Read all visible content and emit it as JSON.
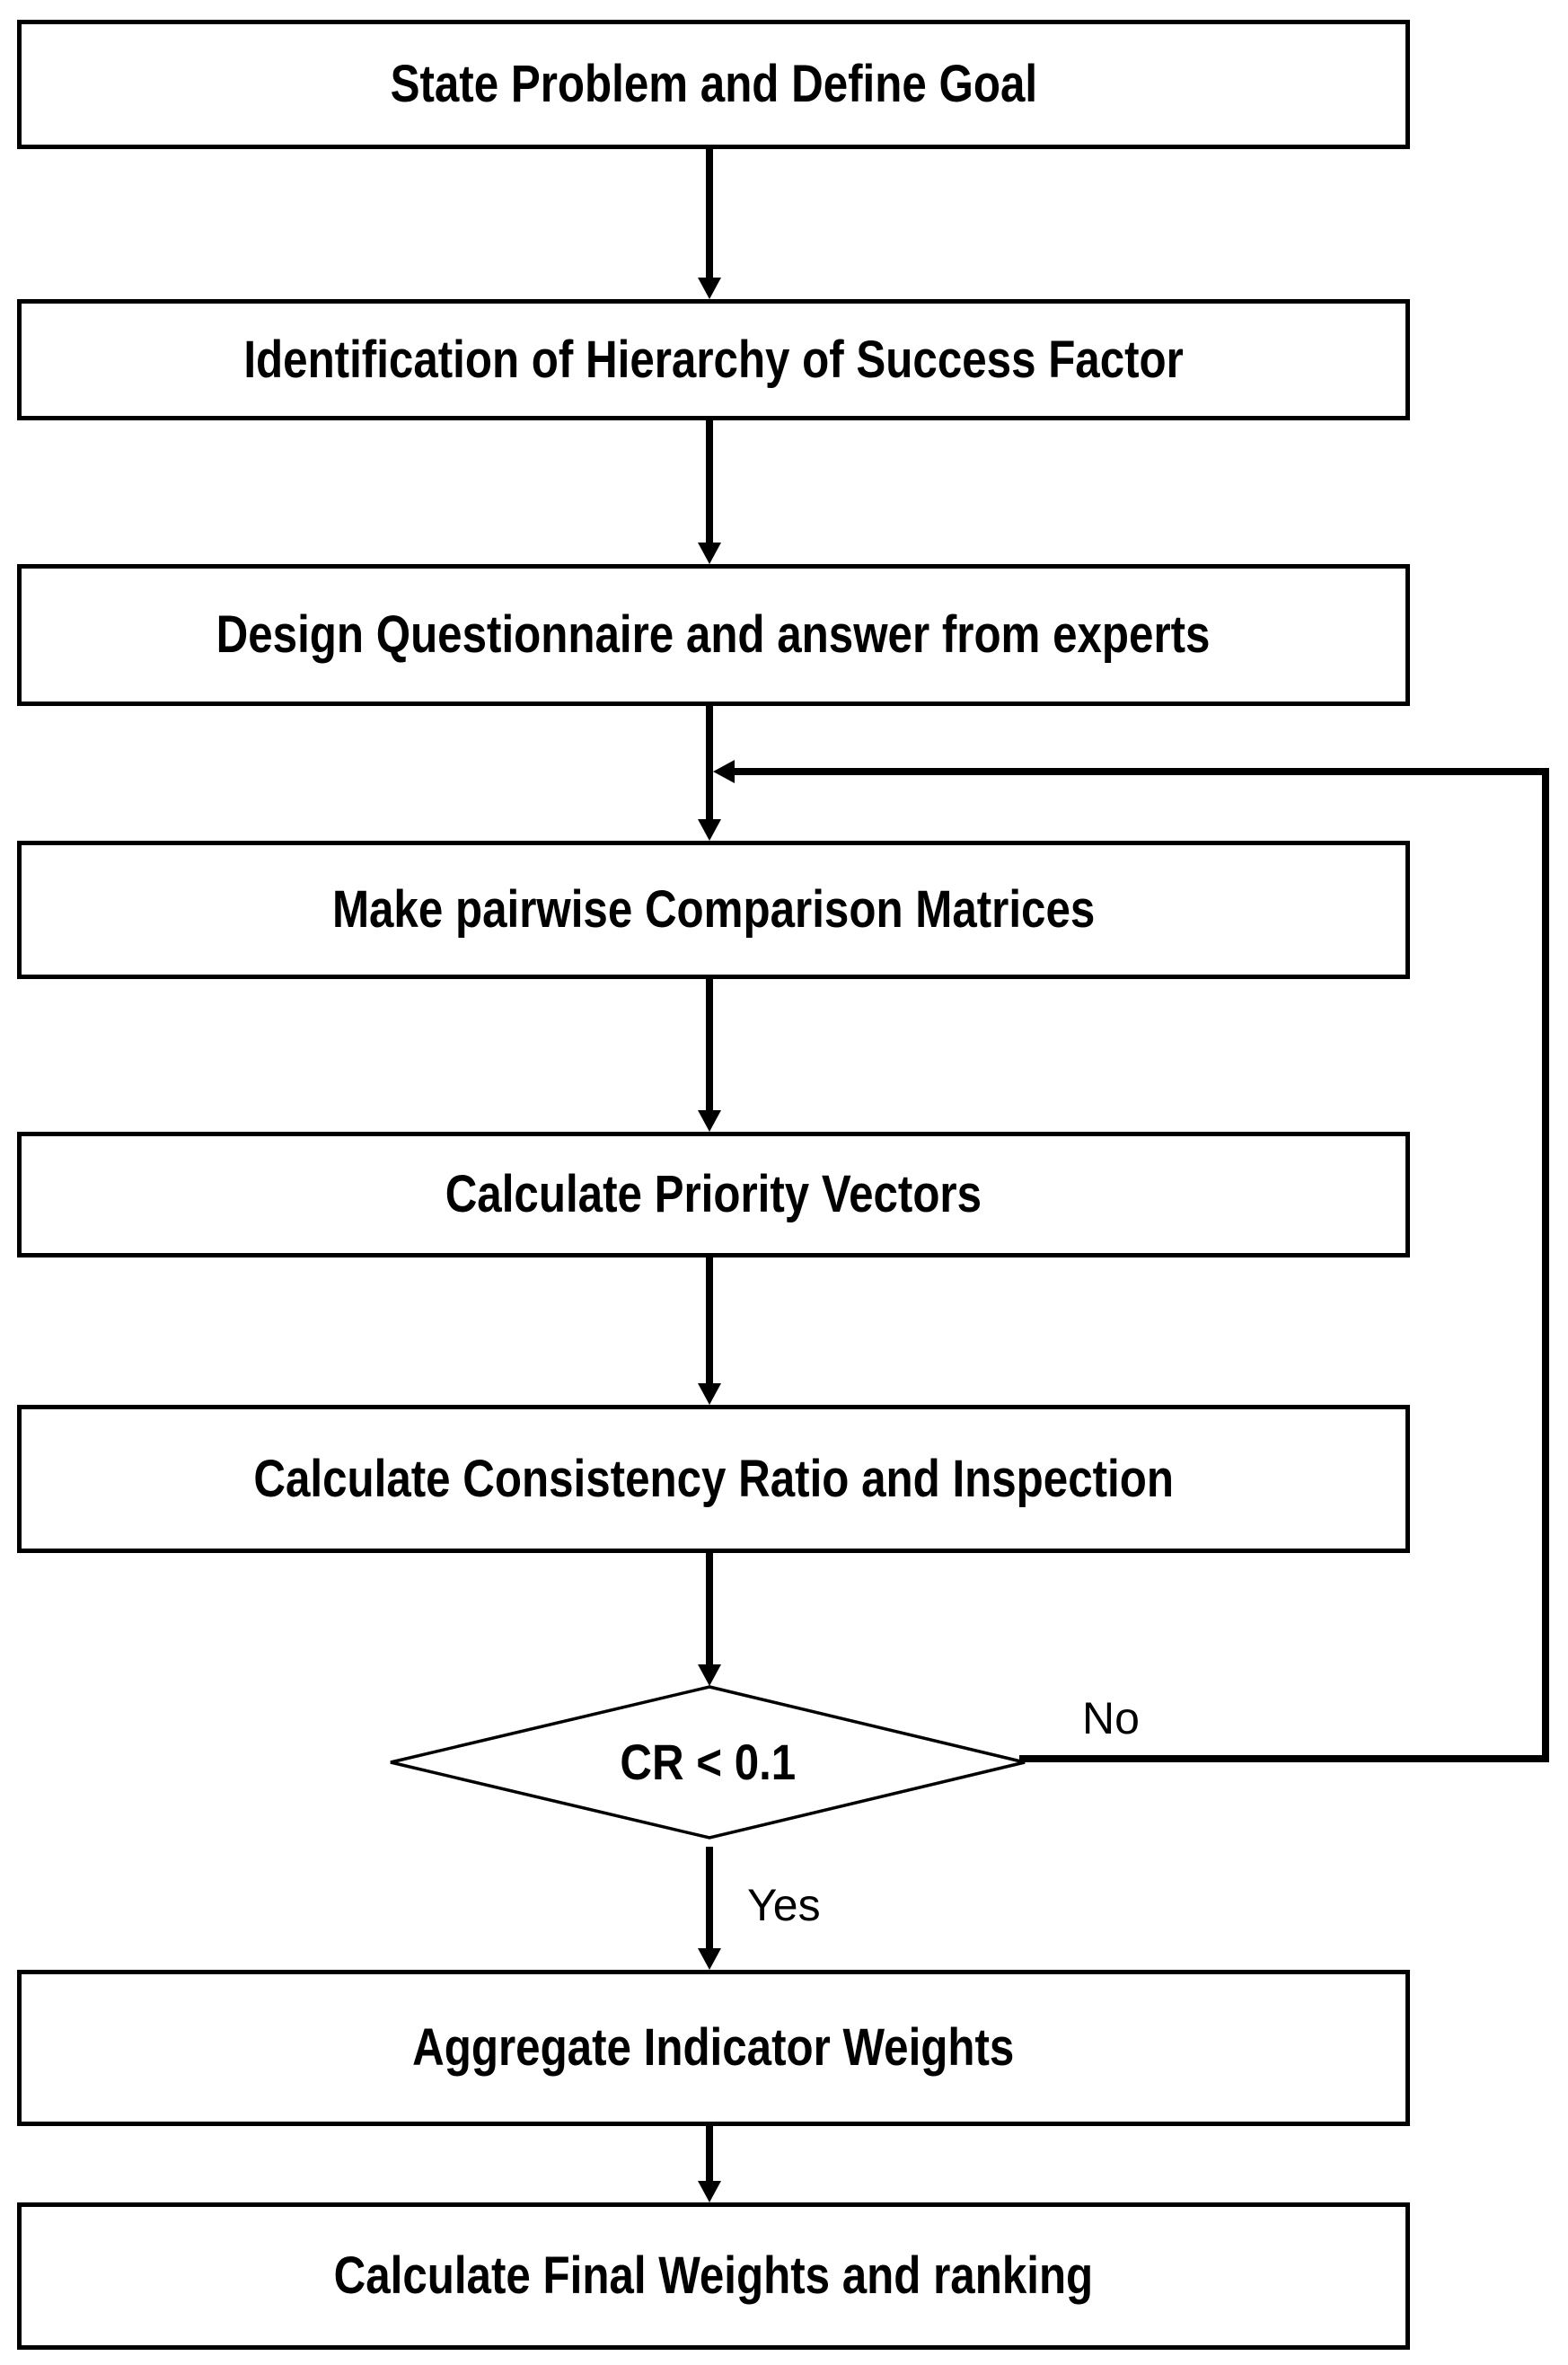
{
  "flowchart": {
    "nodes": [
      {
        "id": "state-problem",
        "type": "process",
        "label": "State Problem and Define Goal"
      },
      {
        "id": "identify-hierarchy",
        "type": "process",
        "label": "Identification of Hierarchy of Success Factor"
      },
      {
        "id": "design-questionnaire",
        "type": "process",
        "label": "Design Questionnaire and answer from experts"
      },
      {
        "id": "pairwise-matrices",
        "type": "process",
        "label": "Make pairwise Comparison Matrices"
      },
      {
        "id": "priority-vectors",
        "type": "process",
        "label": "Calculate Priority Vectors"
      },
      {
        "id": "consistency-ratio",
        "type": "process",
        "label": "Calculate Consistency Ratio and Inspection"
      },
      {
        "id": "cr-check",
        "type": "decision",
        "label": "CR < 0.1"
      },
      {
        "id": "aggregate-weights",
        "type": "process",
        "label": "Aggregate Indicator Weights"
      },
      {
        "id": "final-weights",
        "type": "process",
        "label": "Calculate Final Weights and ranking"
      }
    ],
    "edge_labels": {
      "no": "No",
      "yes": "Yes"
    },
    "colors": {
      "line": "#000000",
      "fill": "#ffffff",
      "text": "#000000"
    }
  }
}
